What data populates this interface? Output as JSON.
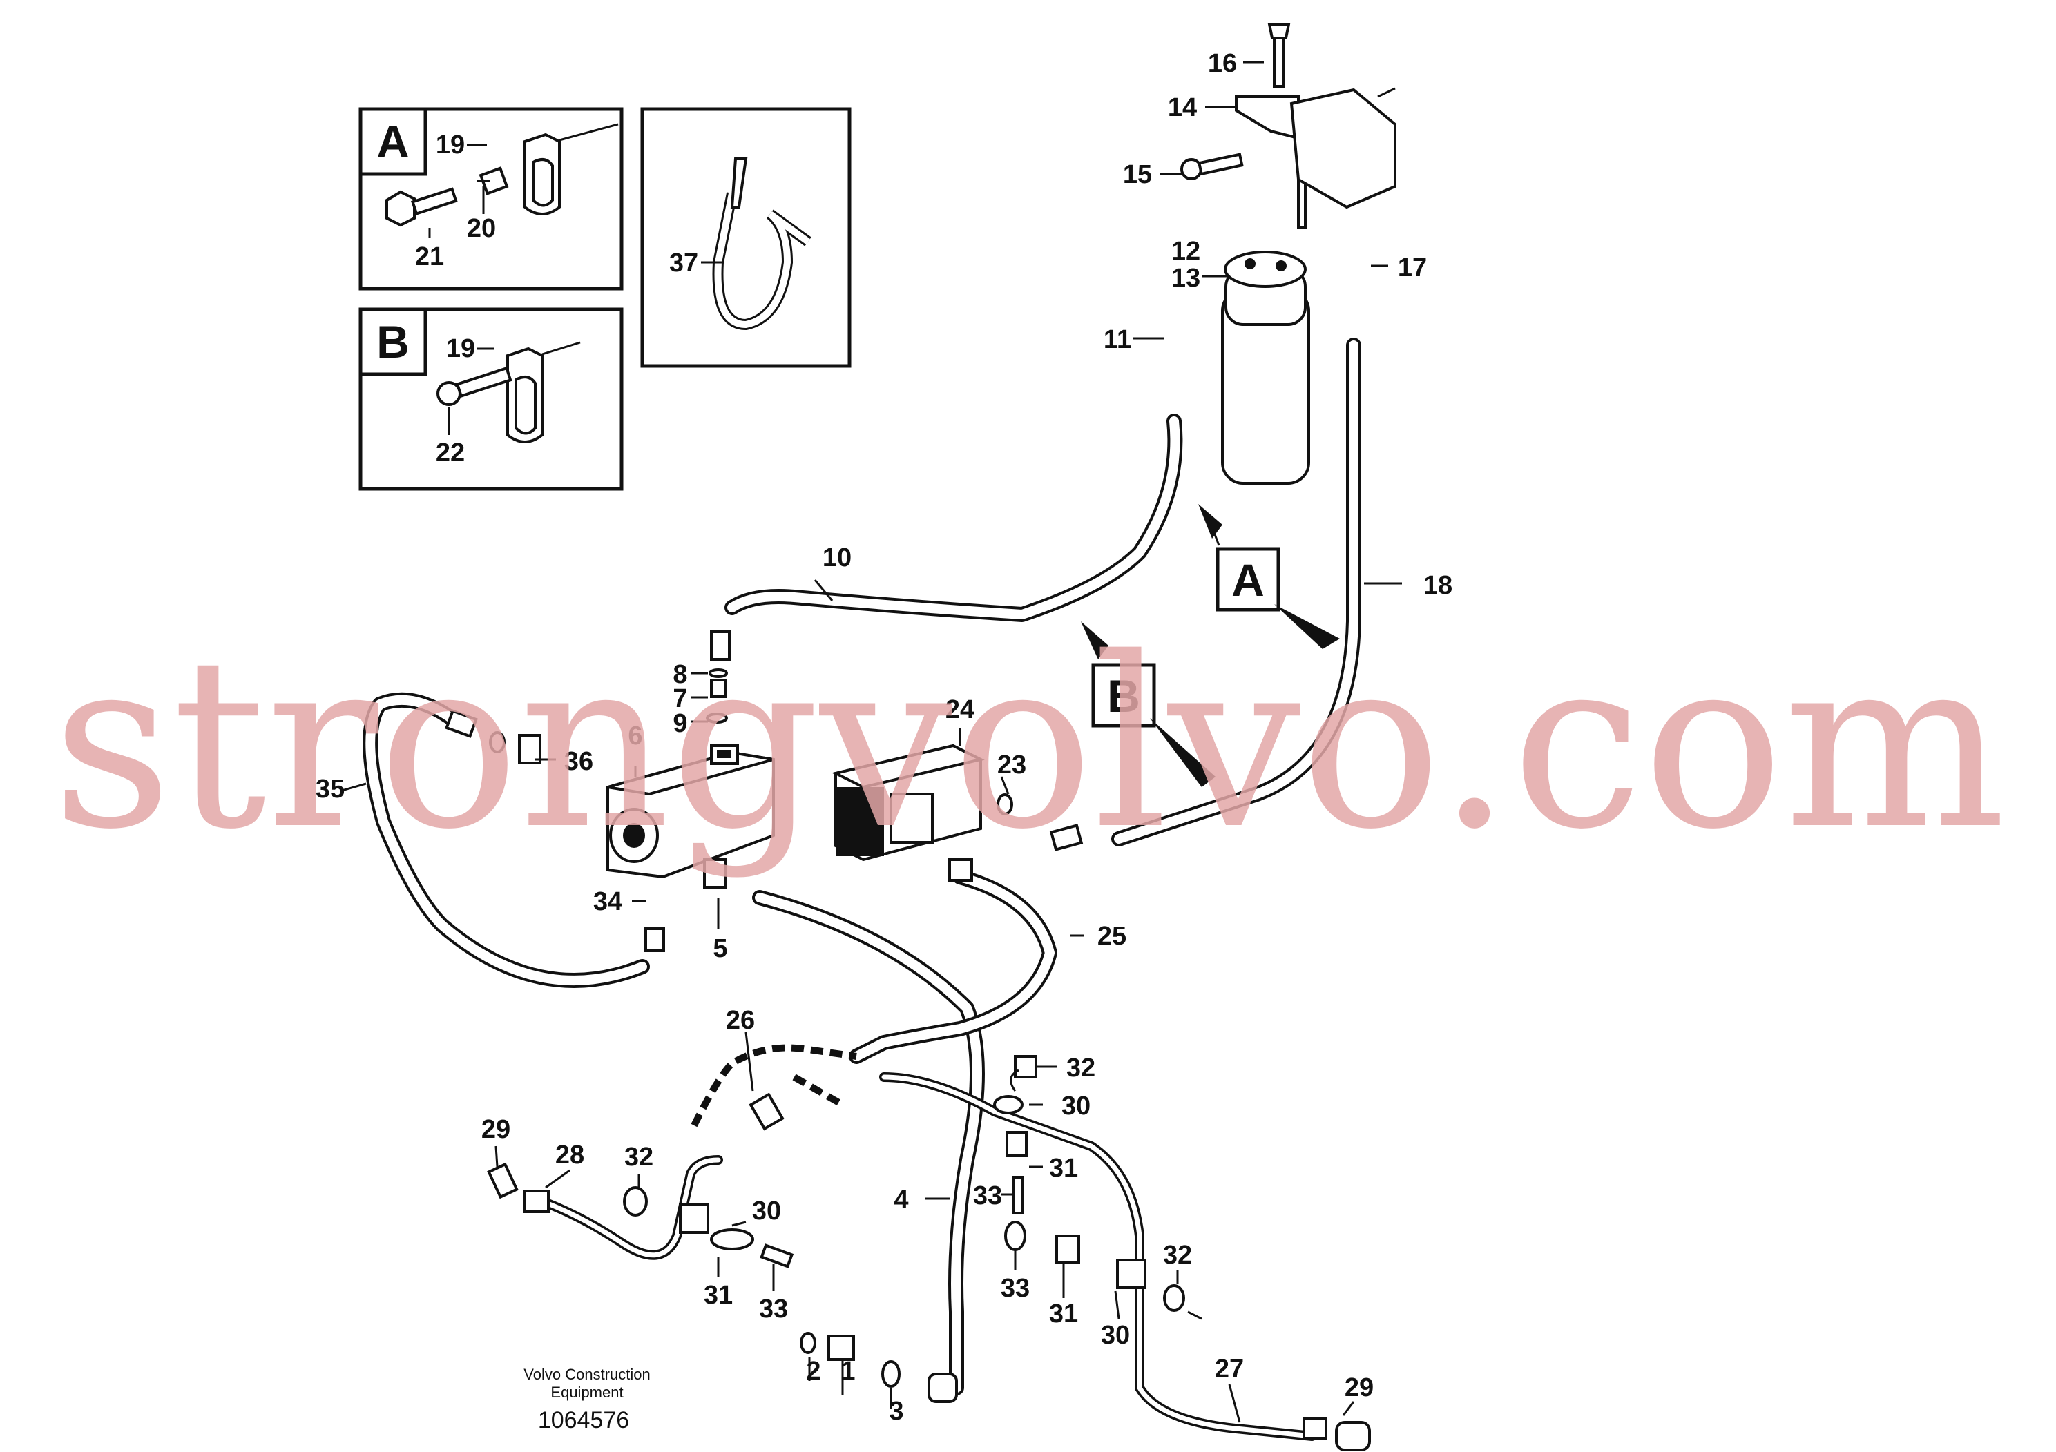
{
  "watermark": "strongvolvo.com",
  "footer": {
    "company_line1": "Volvo Construction",
    "company_line2": "Equipment",
    "drawing_number": "1064576"
  },
  "detail_boxes": {
    "a_letter": "A",
    "b_letter": "B",
    "a_parts": [
      "19",
      "20",
      "21"
    ],
    "b_parts": [
      "19",
      "22"
    ],
    "tie_part": "37"
  },
  "view_arrows": [
    "A",
    "B"
  ],
  "callouts": [
    "1",
    "2",
    "3",
    "4",
    "5",
    "6",
    "7",
    "8",
    "9",
    "10",
    "11",
    "12",
    "13",
    "14",
    "15",
    "16",
    "17",
    "18",
    "23",
    "24",
    "25",
    "26",
    "27",
    "28",
    "29",
    "29",
    "30",
    "30",
    "30",
    "31",
    "31",
    "31",
    "32",
    "32",
    "32",
    "33",
    "33",
    "33",
    "34",
    "35",
    "36"
  ]
}
